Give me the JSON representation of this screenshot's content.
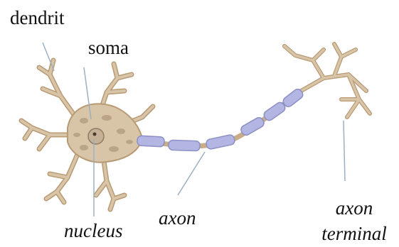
{
  "labels": {
    "dendrite": "dendrit",
    "soma": "soma",
    "nucleus": "nucleus",
    "axon": "axon",
    "axon_terminal_line1": "axon",
    "axon_terminal_line2": "terminal"
  },
  "colors": {
    "cell_body": "#d8c4a6",
    "cell_outline": "#b89a74",
    "nucleus_spots": "#8f7a64",
    "myelin": "#b3b6e3",
    "myelin_outline": "#8d90c4",
    "leader_line": "#9ab0c4",
    "text": "#111111"
  }
}
